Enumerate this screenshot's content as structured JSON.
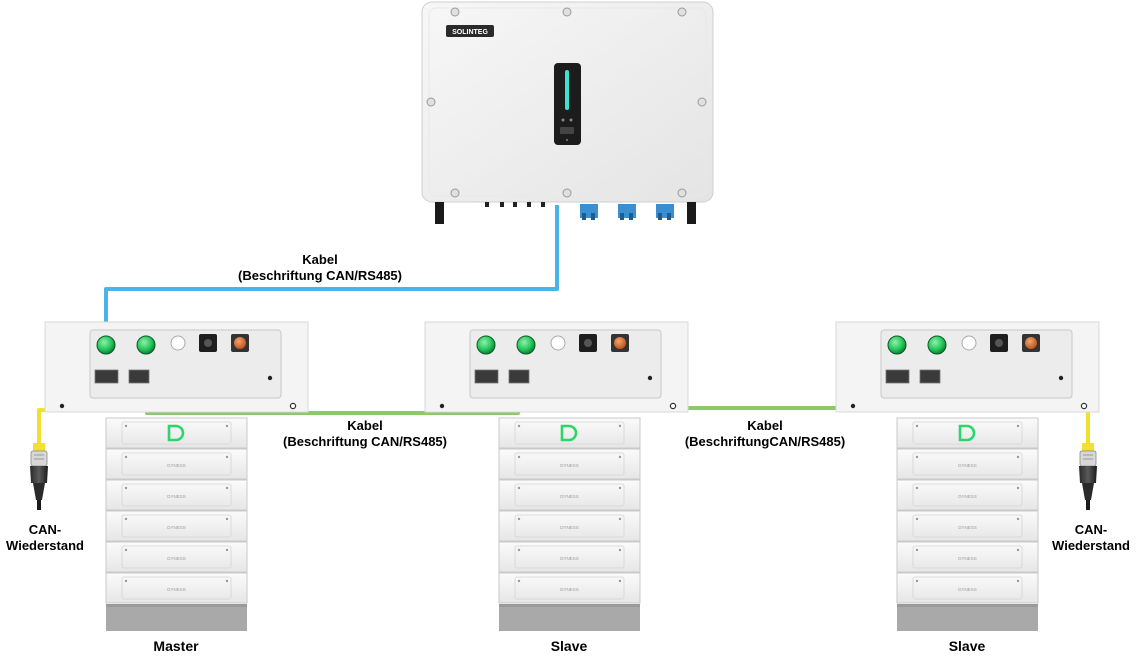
{
  "inverter": {
    "brand": "SOLINTEG"
  },
  "battery_module_logo": "DYNESS",
  "labels": {
    "top_cable": {
      "line1": "Kabel",
      "line2": "(Beschriftung CAN/RS485)"
    },
    "mid_cable_left": {
      "line1": "Kabel",
      "line2": "(Beschriftung CAN/RS485)"
    },
    "mid_cable_right": {
      "line1": "Kabel",
      "line2": "(BeschriftungCAN/RS485)"
    },
    "resistor_left": {
      "line1": "CAN-",
      "line2": "Wiederstand"
    },
    "resistor_right": {
      "line1": "CAN-",
      "line2": "Wiederstand"
    },
    "stack_left": "Master",
    "stack_mid": "Slave",
    "stack_right": "Slave"
  },
  "colors": {
    "can_cable": "#4ab3e8",
    "link_cable": "#8cc96a",
    "resistor_cable": "#f2e030",
    "indicator_green": "#2dd66a"
  }
}
